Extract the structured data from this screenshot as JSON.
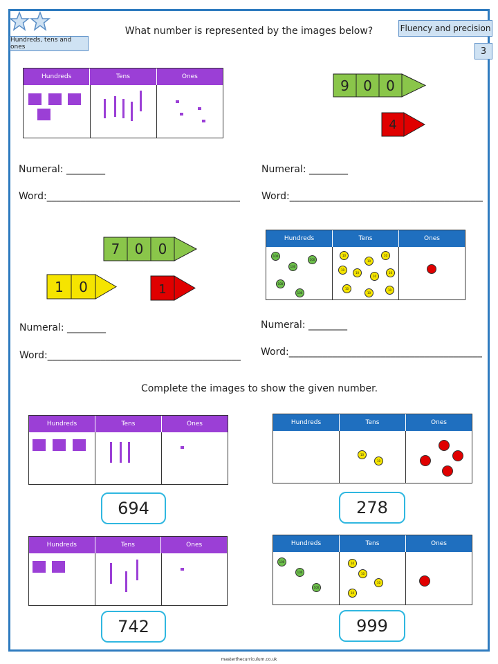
{
  "header": {
    "topic": "Hundreds, tens and ones",
    "category": "Fluency and precision",
    "level": "3",
    "question1": "What number is represented by the images below?",
    "question2": "Complete the images to show the given number."
  },
  "place_value_headers": [
    "Hundreds",
    "Tens",
    "Ones"
  ],
  "coin_labels": {
    "hundred": "100",
    "ten": "10"
  },
  "arrow_cards": {
    "a": [
      "9",
      "0",
      "0"
    ],
    "b": [
      "4"
    ],
    "c": [
      "7",
      "0",
      "0"
    ],
    "d": [
      "1",
      "0"
    ],
    "e": [
      "1"
    ]
  },
  "worksheet": {
    "numeral_label": "Numeral:",
    "numeral_blank": "________",
    "word_label": "Word:",
    "word_blank": "____________________________________________"
  },
  "answers": [
    "694",
    "278",
    "742",
    "999"
  ],
  "footer": "masterthecurriculum.co.uk",
  "colors": {
    "frame": "#2e7bbf",
    "purple": "#9b3fd6",
    "blue": "#1f6fbf",
    "green": "#6cbf4a",
    "yellow": "#f5e400",
    "red": "#e00000",
    "answer_border": "#2fb7e0"
  }
}
